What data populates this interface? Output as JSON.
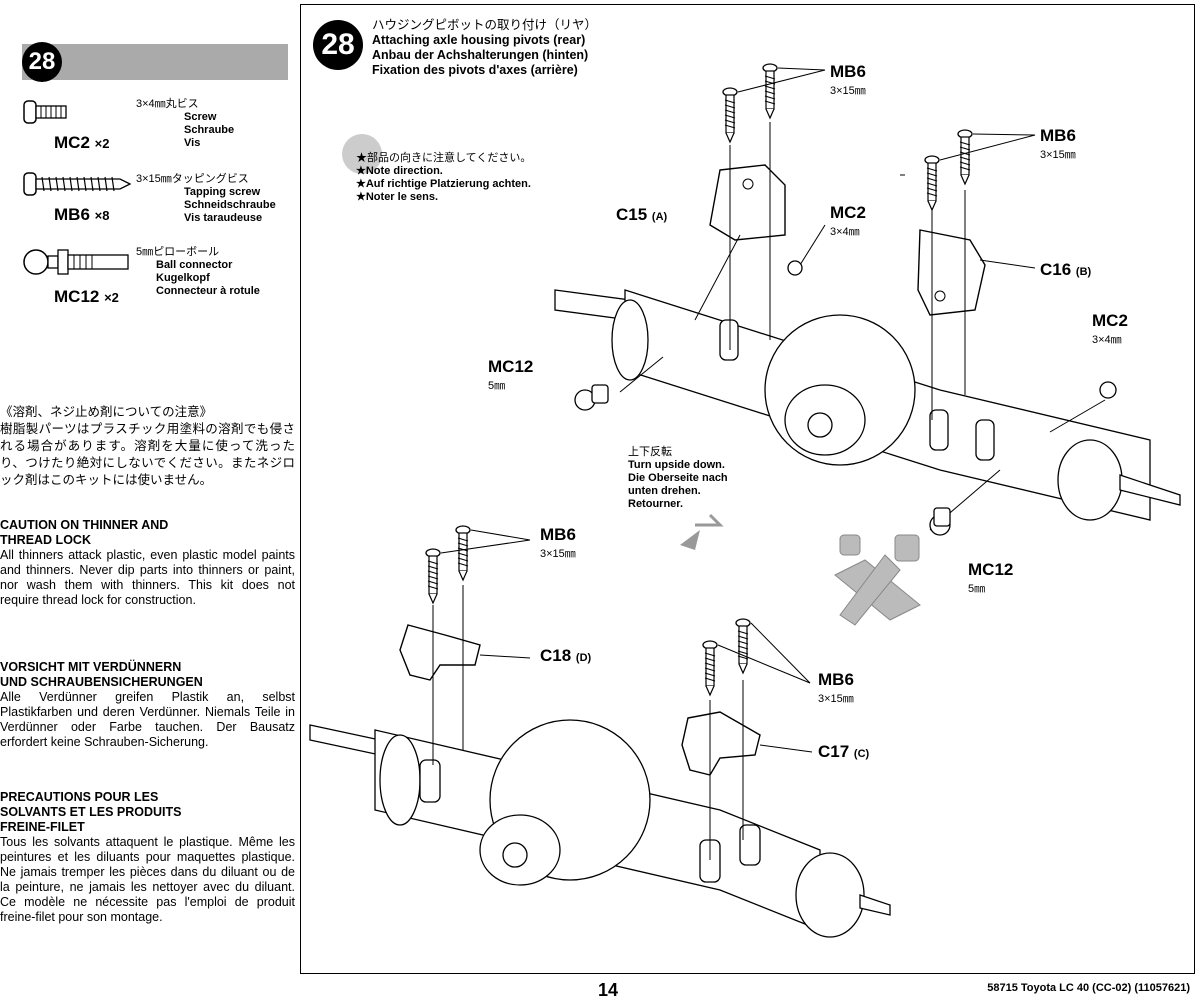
{
  "page_number": "14",
  "footer_code": "58715 Toyota LC 40 (CC-02) (11057621)",
  "step": {
    "number": "28",
    "title_jp": "ハウジングピボットの取り付け（リヤ）",
    "title_en": "Attaching axle housing pivots (rear)",
    "title_de": "Anbau der Achshalterungen (hinten)",
    "title_fr": "Fixation des pivots d'axes (arrière)"
  },
  "parts_list": [
    {
      "code": "MC2",
      "qty": "×2",
      "desc_jp": "3×4㎜丸ビス",
      "desc_en": "Screw",
      "desc_de": "Schraube",
      "desc_fr": "Vis"
    },
    {
      "code": "MB6",
      "qty": "×8",
      "desc_jp": "3×15㎜タッピングビス",
      "desc_en": "Tapping screw",
      "desc_de": "Schneidschraube",
      "desc_fr": "Vis taraudeuse"
    },
    {
      "code": "MC12",
      "qty": "×2",
      "desc_jp": "5㎜ピローボール",
      "desc_en": "Ball connector",
      "desc_de": "Kugelkopf",
      "desc_fr": "Connecteur à rotule"
    }
  ],
  "caution": {
    "jp_heading": "《溶剤、ネジ止め剤についての注意》",
    "jp_body": "樹脂製パーツはプラスチック用塗料の溶剤でも侵される場合があります。溶剤を大量に使って洗ったり、つけたり絶対にしないでください。またネジロック剤はこのキットには使いません。",
    "en_heading_1": "CAUTION ON THINNER AND",
    "en_heading_2": "THREAD LOCK",
    "en_body": "All thinners attack plastic, even plastic model paints and thinners. Never dip parts into thinners or paint, nor wash them with thinners. This kit does not require thread lock for construction.",
    "de_heading_1": "VORSICHT MIT VERDÜNNERN",
    "de_heading_2": "UND SCHRAUBENSICHERUNGEN",
    "de_body": "Alle Verdünner greifen Plastik an, selbst Plastikfarben und deren Verdünner. Niemals Teile in Verdünner oder Farbe tauchen. Der Bausatz erfordert keine Schrauben-Sicherung.",
    "fr_heading_1": "PRECAUTIONS POUR LES",
    "fr_heading_2": "SOLVANTS ET LES PRODUITS",
    "fr_heading_3": "FREINE-FILET",
    "fr_body": "Tous les solvants attaquent le plastique. Même les peintures et les diluants pour maquettes plastique. Ne jamais tremper les pièces dans du diluant ou de la peinture, ne jamais les nettoyer avec du diluant. Ce modèle ne nécessite pas l'emploi de produit freine-filet pour son montage."
  },
  "note": {
    "jp": "★部品の向きに注意してください。",
    "en": "★Note direction.",
    "de": "★Auf richtige Platzierung achten.",
    "fr": "★Noter le sens."
  },
  "turn": {
    "jp": "上下反転",
    "en": "Turn upside down.",
    "de_1": "Die Oberseite nach",
    "de_2": "unten drehen.",
    "fr": "Retourner."
  },
  "callouts": {
    "mb6": "MB6",
    "mb6_dim": "3×15㎜",
    "mc2": "MC2",
    "mc2_dim": "3×4㎜",
    "mc12": "MC12",
    "mc12_dim": "5㎜",
    "c15": "C15",
    "c15_sub": "(A)",
    "c16": "C16",
    "c16_sub": "(B)",
    "c17": "C17",
    "c17_sub": "(C)",
    "c18": "C18",
    "c18_sub": "(D)"
  }
}
